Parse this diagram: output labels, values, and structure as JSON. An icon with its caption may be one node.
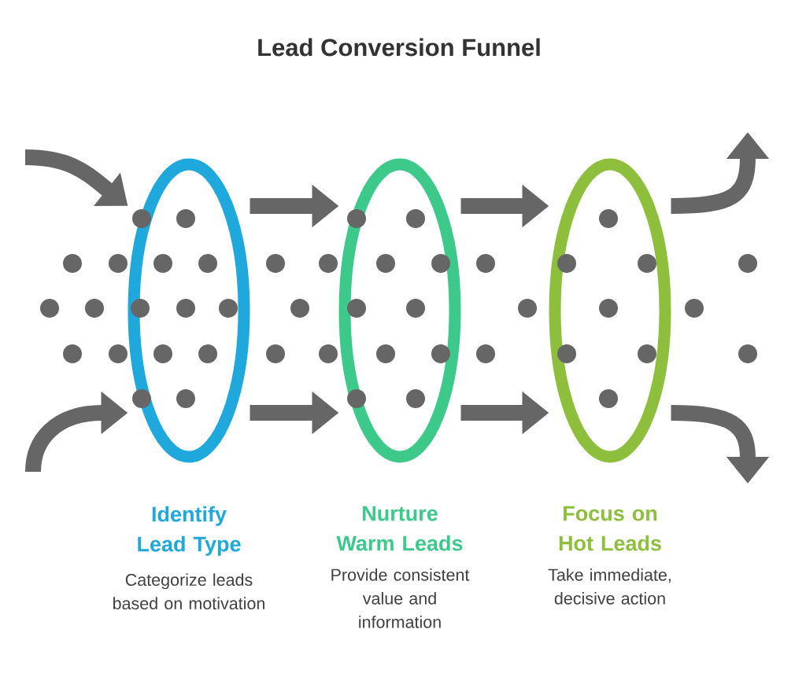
{
  "diagram": {
    "title": "Lead Conversion Funnel",
    "nodes": [
      {
        "text": [
          "Identify Lead Type",
          "Categorize leads based on motivation"
        ]
      },
      {
        "text": [
          "Nurture Warm Leads",
          "Provide consistent value and information"
        ]
      },
      {
        "text": [
          "Focus on Hot Leads",
          "Take immediate, decisive action"
        ]
      }
    ],
    "edges": [
      {
        "from": null,
        "to": 0,
        "arrow": "to"
      },
      {
        "from": null,
        "to": 0,
        "arrow": "to"
      },
      {
        "from": 0,
        "to": 1,
        "arrow": "to"
      },
      {
        "from": 0,
        "to": 1,
        "arrow": "to"
      },
      {
        "from": 1,
        "to": 2,
        "arrow": "to"
      },
      {
        "from": 1,
        "to": 2,
        "arrow": "to"
      },
      {
        "from": 2,
        "to": null,
        "arrow": "to"
      },
      {
        "from": 2,
        "to": null,
        "arrow": "to"
      }
    ]
  }
}
